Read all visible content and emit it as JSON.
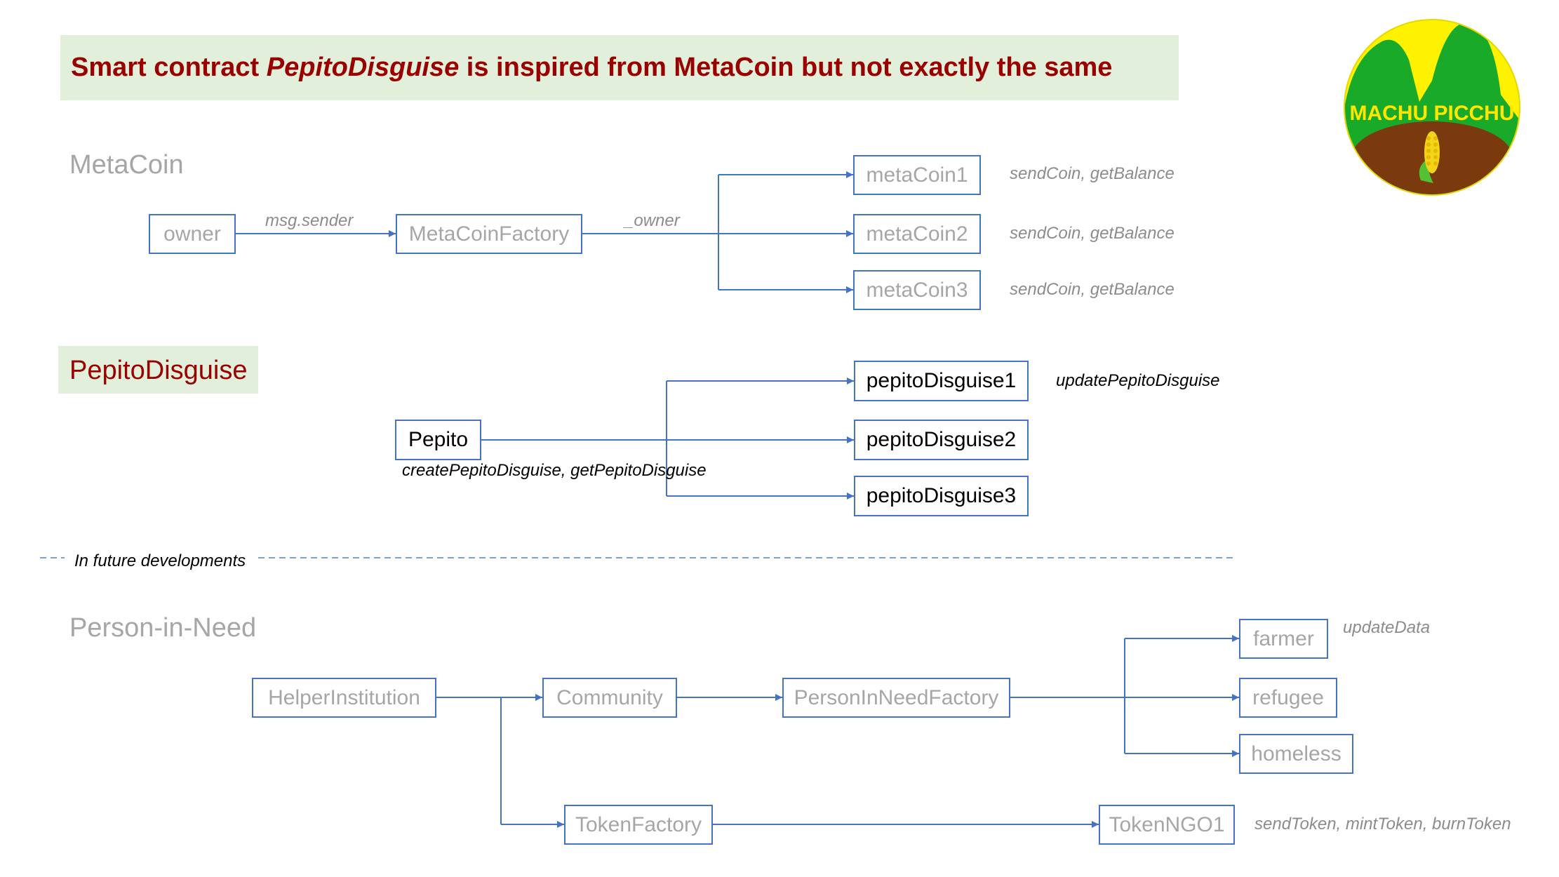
{
  "banner": {
    "prefix": "Smart contract ",
    "emphasis": "PepitoDisguise",
    "suffix": " is inspired from MetaCoin but not exactly the same"
  },
  "logo": {
    "text": "MACHU PICCHU",
    "icon": "corn-icon"
  },
  "metacoin": {
    "title": "MetaCoin",
    "owner": "owner",
    "edge_sender": "msg.sender",
    "factory": "MetaCoinFactory",
    "edge_owner": "_owner",
    "coins": [
      "metaCoin1",
      "metaCoin2",
      "metaCoin3"
    ],
    "methods": "sendCoin, getBalance"
  },
  "pepito": {
    "title": "PepitoDisguise",
    "node": "Pepito",
    "node_methods": "createPepitoDisguise, getPepitoDisguise",
    "disguises": [
      "pepitoDisguise1",
      "pepitoDisguise2",
      "pepitoDisguise3"
    ],
    "disguise_method": "updatePepitoDisguise"
  },
  "divider": {
    "label": "In future developments"
  },
  "person_in_need": {
    "title": "Person-in-Need",
    "helper": "HelperInstitution",
    "community": "Community",
    "factory": "PersonInNeedFactory",
    "persons": [
      "farmer",
      "refugee",
      "homeless"
    ],
    "person_method": "updateData",
    "token_factory": "TokenFactory",
    "token": "TokenNGO1",
    "token_methods": "sendToken, mintToken, burnToken"
  },
  "colors": {
    "node_border": "#4472c4",
    "title_red": "#990000",
    "banner_bg": "#e2efda",
    "muted_text": "#a6a6a6"
  }
}
